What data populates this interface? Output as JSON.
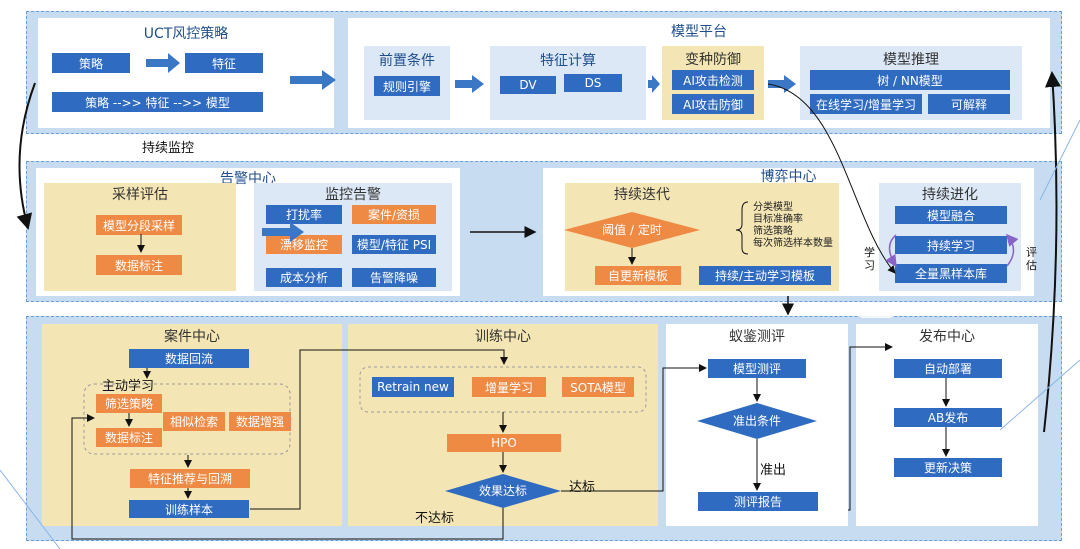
{
  "top": {
    "uct": {
      "title": "UCT风控策略",
      "strategy": "策略",
      "feature": "特征",
      "flow": "策略 -->> 特征 -->> 模型"
    },
    "platform": {
      "title": "模型平台",
      "precondition": {
        "title": "前置条件",
        "rule_engine": "规则引擎"
      },
      "feature_calc": {
        "title": "特征计算",
        "dv": "DV",
        "ds": "DS"
      },
      "variant_defense": {
        "title": "变种防御",
        "detect": "AI攻击检测",
        "defense": "AI攻击防御"
      },
      "inference": {
        "title": "模型推理",
        "tree_nn": "树 / NN模型",
        "online_learning": "在线学习/增量学习",
        "explainable": "可解释"
      }
    }
  },
  "monitor_label": "持续监控",
  "alert": {
    "title": "告警中心",
    "sampling": {
      "title": "采样评估",
      "segment": "模型分段采样",
      "label": "数据标注"
    },
    "monitor": {
      "title": "监控告警",
      "disturb": "打扰率",
      "case_loss": "案件/资损",
      "drift": "漂移监控",
      "psi": "模型/特征 PSI",
      "cost": "成本分析",
      "denoise": "告警降噪"
    }
  },
  "game": {
    "title": "博弈中心",
    "iterate": {
      "title": "持续迭代",
      "trigger": "阈值 / 定时",
      "notes": [
        "分类模型",
        "目标准确率",
        "筛选策略",
        "每次筛选样本数量"
      ],
      "auto_template": "自更新模板",
      "learn_template": "持续/主动学习模板"
    },
    "evolve": {
      "title": "持续进化",
      "fusion": "模型融合",
      "continual": "持续学习",
      "blacklist": "全量黑样本库",
      "learn": "学习",
      "eval": "评估"
    }
  },
  "case": {
    "title": "案件中心",
    "reflow": "数据回流",
    "active_learning": "主动学习",
    "filter": "筛选策略",
    "similar": "相似检索",
    "augment": "数据增强",
    "label": "数据标注",
    "feature_rec": "特征推荐与回溯",
    "train_sample": "训练样本"
  },
  "train": {
    "title": "训练中心",
    "retrain": "Retrain new",
    "incremental": "增量学习",
    "sota": "SOTA模型",
    "hpo": "HPO",
    "effect": "效果达标",
    "pass": "达标",
    "fail": "不达标"
  },
  "eval": {
    "title": "蚁鉴测评",
    "model_eval": "模型测评",
    "exit_cond": "准出条件",
    "exit": "准出",
    "report": "测评报告"
  },
  "release": {
    "title": "发布中心",
    "deploy": "自动部署",
    "ab": "AB发布",
    "update": "更新决策"
  }
}
